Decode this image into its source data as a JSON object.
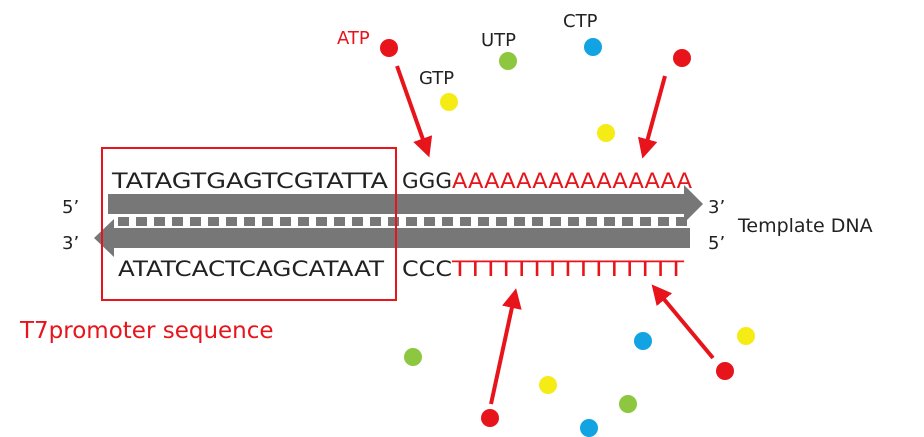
{
  "nucleotides": {
    "atp": {
      "label": "ATP",
      "color": "#e8141b"
    },
    "gtp": {
      "label": "GTP",
      "color": "#f5ec16"
    },
    "utp": {
      "label": "UTP",
      "color": "#8dc63f"
    },
    "ctp": {
      "label": "CTP",
      "color": "#12a3e3"
    }
  },
  "top_strand": {
    "end_5": "5’",
    "end_3": "3’",
    "promoter_part": "TATAGTGAGTCGTATTA",
    "ggg_part": "GGG",
    "transcript_part": "AAAAAAAAAAAAAAA"
  },
  "bottom_strand": {
    "end_3": "3’",
    "end_5": "5’",
    "promoter_part": "ATATCACTCAGCATAAT",
    "ccc_part": "CCC",
    "transcript_part": "TTTTTTTTTTTTTTT"
  },
  "template_label": "Template DNA",
  "promoter_label": "T7promoter sequence",
  "colors": {
    "accent_red": "#e8141b",
    "strand_gray": "#777777",
    "text_dark": "#222222"
  }
}
